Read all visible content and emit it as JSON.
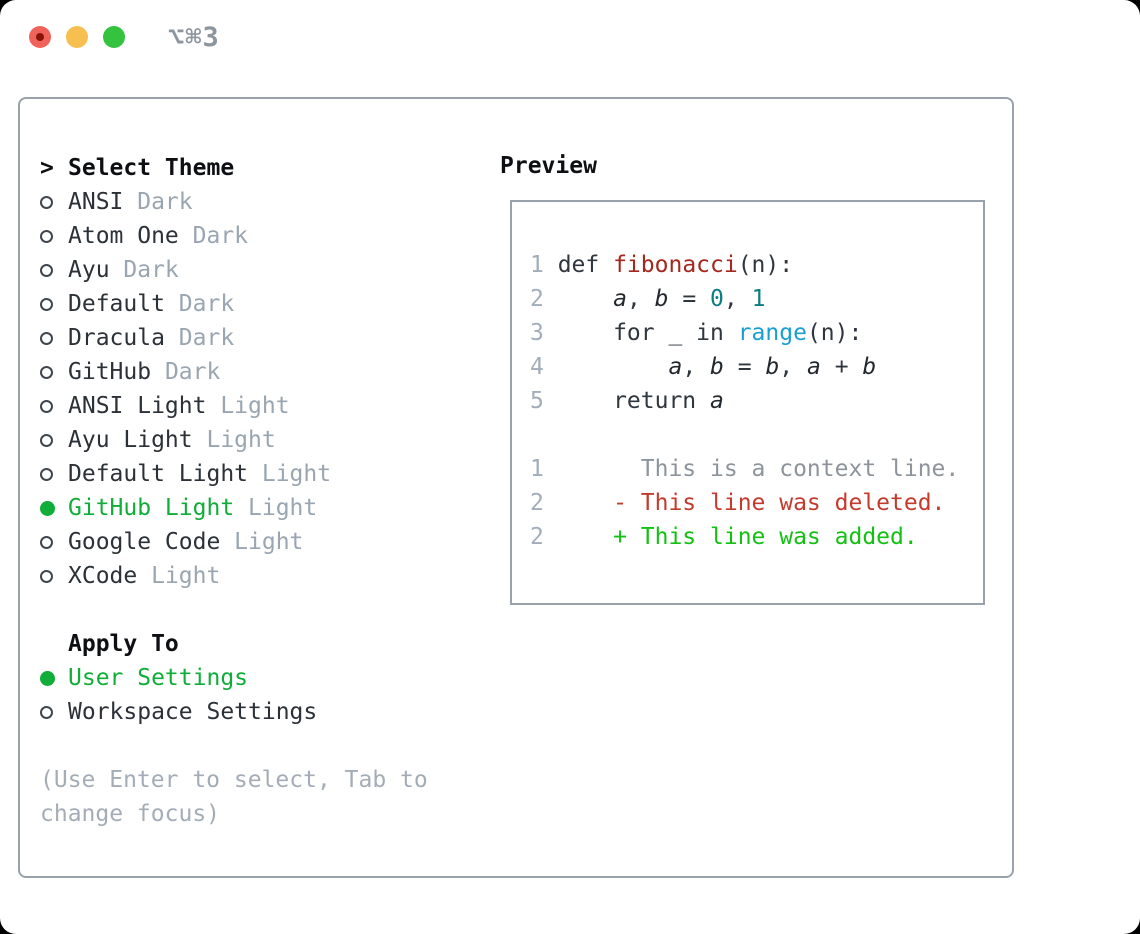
{
  "titlebar": {
    "shortcut": "⌥⌘3"
  },
  "colors": {
    "selection_green": "#10ad39",
    "added_green": "#13c113",
    "deleted_red": "#c43b2d",
    "function_red": "#a5271d",
    "number_teal": "#0b7d85",
    "builtin_blue": "#199fd4",
    "panel_border_gray": "#99a2ac",
    "muted_gray": "#9aa5b2",
    "traffic_close": "#f0635a",
    "traffic_minimize": "#f7bf4f",
    "traffic_zoom": "#35c33f"
  },
  "select_theme": {
    "prompt": ">",
    "header": "Select Theme",
    "themes": [
      {
        "name": "ANSI",
        "variant": "Dark",
        "selected": false
      },
      {
        "name": "Atom One",
        "variant": "Dark",
        "selected": false
      },
      {
        "name": "Ayu",
        "variant": "Dark",
        "selected": false
      },
      {
        "name": "Default",
        "variant": "Dark",
        "selected": false
      },
      {
        "name": "Dracula",
        "variant": "Dark",
        "selected": false
      },
      {
        "name": "GitHub",
        "variant": "Dark",
        "selected": false
      },
      {
        "name": "ANSI Light",
        "variant": "Light",
        "selected": false
      },
      {
        "name": "Ayu Light",
        "variant": "Light",
        "selected": false
      },
      {
        "name": "Default Light",
        "variant": "Light",
        "selected": false
      },
      {
        "name": "GitHub Light",
        "variant": "Light",
        "selected": true
      },
      {
        "name": "Google Code",
        "variant": "Light",
        "selected": false
      },
      {
        "name": "XCode",
        "variant": "Light",
        "selected": false
      }
    ],
    "apply_to": {
      "header": "Apply To",
      "options": [
        {
          "label": "User Settings",
          "selected": true
        },
        {
          "label": "Workspace Settings",
          "selected": false
        }
      ]
    },
    "hint": "(Use Enter to select, Tab to change focus)"
  },
  "preview": {
    "label": "Preview",
    "code": [
      {
        "no": "1",
        "t": [
          "def ",
          "fibonacci",
          "(n):"
        ]
      },
      {
        "no": "2",
        "t": [
          "    ",
          "a",
          ", ",
          "b",
          " = ",
          "0",
          ", ",
          "1"
        ]
      },
      {
        "no": "3",
        "t": [
          "    for _ in ",
          "range",
          "(n):"
        ]
      },
      {
        "no": "4",
        "t": [
          "        ",
          "a",
          ", ",
          "b",
          " = ",
          "b",
          ", ",
          "a",
          " + ",
          "b"
        ]
      },
      {
        "no": "5",
        "t": [
          "    return ",
          "a"
        ]
      }
    ],
    "diff": [
      {
        "no": "1",
        "text": "      This is a context line."
      },
      {
        "no": "2",
        "text": "    - This line was deleted."
      },
      {
        "no": "2",
        "text": "    + This line was added."
      }
    ]
  }
}
